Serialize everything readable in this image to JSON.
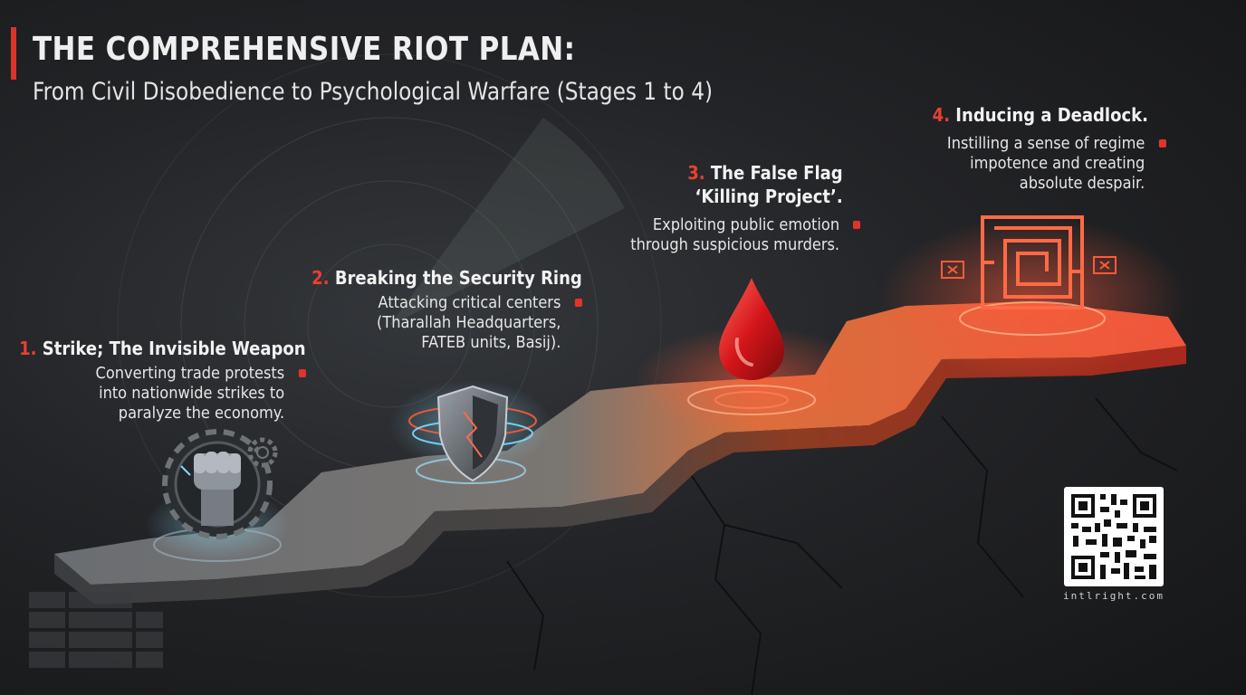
{
  "header": {
    "title": "THE COMPREHENSIVE RIOT PLAN:",
    "subtitle": "From Civil Disobedience to Psychological Warfare (Stages 1 to 4)"
  },
  "stages": [
    {
      "number": "1.",
      "title": "Strike; The Invisible Weapon",
      "lines": [
        "Converting trade protests",
        "into nationwide strikes to",
        "paralyze the economy."
      ],
      "icon": "fist-gear-icon"
    },
    {
      "number": "2.",
      "title": "Breaking the Security Ring",
      "lines": [
        "Attacking critical centers",
        "(Tharallah Headquarters,",
        "FATEB units, Basij)."
      ],
      "icon": "shield-icon"
    },
    {
      "number": "3.",
      "title_lines": [
        "The False Flag",
        "‘Killing Project’."
      ],
      "lines": [
        "Exploiting public emotion",
        "through suspicious murders."
      ],
      "icon": "blood-drop-icon"
    },
    {
      "number": "4.",
      "title": "Inducing a Deadlock.",
      "lines": [
        "Instilling a sense of regime",
        "impotence and creating",
        "absolute despair."
      ],
      "icon": "maze-icon"
    }
  ],
  "footer": {
    "qr_caption": "intlright.com"
  },
  "colors": {
    "accent": "#e0352b",
    "step_gray": "#5b5e62",
    "step_orange": "#e0662e",
    "step_red": "#e3402c",
    "glow_cyan": "#7fd8ff"
  }
}
